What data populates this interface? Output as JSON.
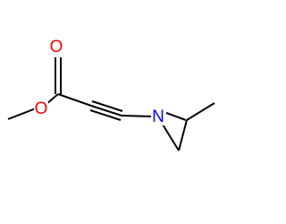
{
  "molecule": {
    "atoms": {
      "carbonyl_oxygen": {
        "symbol": "O",
        "color": "#ff0000"
      },
      "ester_oxygen": {
        "symbol": "O",
        "color": "#ff0000"
      },
      "aziridine_nitrogen": {
        "symbol": "N",
        "color": "#0000ff"
      }
    },
    "bond_color": "#000000",
    "background": "#ffffff"
  }
}
